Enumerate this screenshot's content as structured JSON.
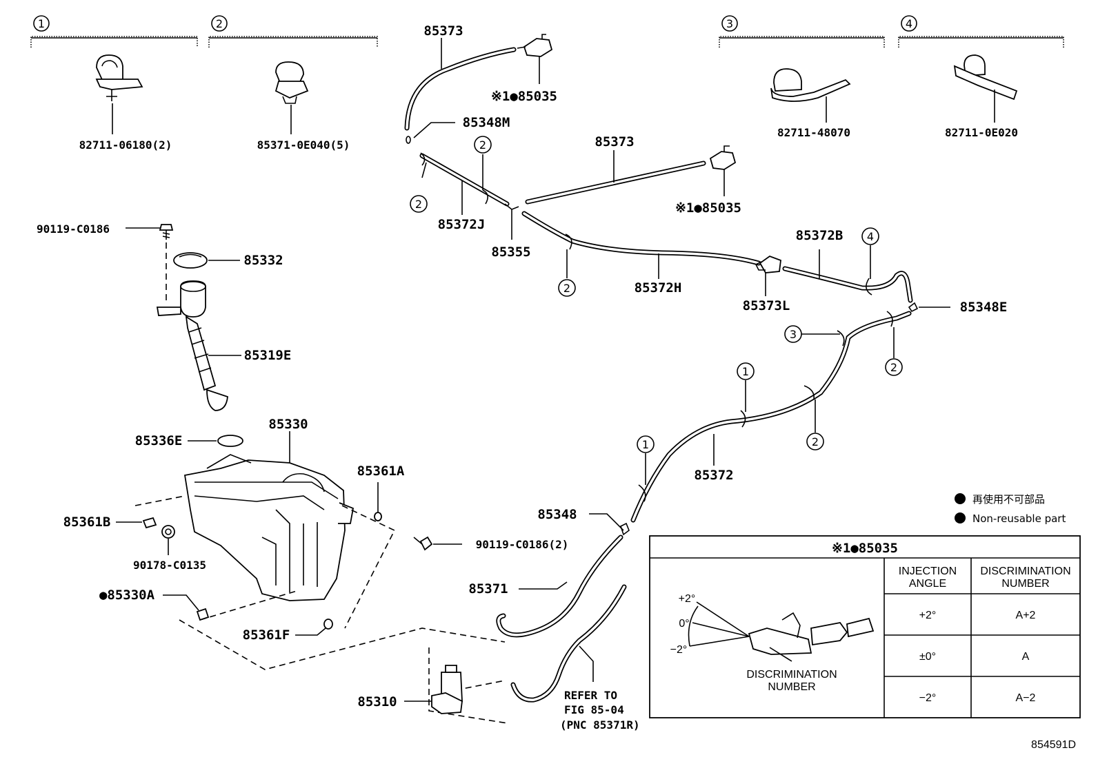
{
  "diagram_id": "854591D",
  "clip_groups": [
    {
      "id": "1",
      "part": "82711-06180(2)"
    },
    {
      "id": "2",
      "part": "85371-0E040(5)"
    },
    {
      "id": "3",
      "part": "82711-48070"
    },
    {
      "id": "4",
      "part": "82711-0E020"
    }
  ],
  "callouts": {
    "c1a": "1",
    "c1b": "1",
    "c2a": "2",
    "c2b": "2",
    "c2c": "2",
    "c2d": "2",
    "c2e": "2",
    "c3": "3",
    "c4": "4"
  },
  "parts": {
    "p85373_top": "85373",
    "p85035_top": "※1●85035",
    "p85348M": "85348M",
    "p85373_mid": "85373",
    "p85035_mid": "※1●85035",
    "p85372J": "85372J",
    "p85355": "85355",
    "p85372H": "85372H",
    "p85372B": "85372B",
    "p85373L": "85373L",
    "p85348E": "85348E",
    "p90119": "90119-C0186",
    "p85332": "85332",
    "p85319E": "85319E",
    "p85336E": "85336E",
    "p85330": "85330",
    "p85361A": "85361A",
    "p85361B": "85361B",
    "p90178": "90178-C0135",
    "p90119b": "90119-C0186(2)",
    "p85330A": "●85330A",
    "p85361F": "85361F",
    "p85372": "85372",
    "p85348": "85348",
    "p85371": "85371",
    "p85310": "85310",
    "refer1": "REFER TO",
    "refer2": "FIG 85-04",
    "refer3": "(PNC 85371R)"
  },
  "legend": {
    "jp": "再使用不可部品",
    "en": "Non-reusable part"
  },
  "detail_table": {
    "title": "※1●85035",
    "headers": [
      [
        "INJECTION",
        "ANGLE"
      ],
      [
        "DISCRIMINATION",
        "NUMBER"
      ]
    ],
    "rows": [
      {
        "angle": "+2°",
        "number": "A+2"
      },
      {
        "angle": "±0°",
        "number": "A"
      },
      {
        "angle": "−2°",
        "number": "A−2"
      }
    ],
    "angle_marks": [
      "+2°",
      "0°",
      "−2°"
    ],
    "discrimination_label": [
      "DISCRIMINATION",
      "NUMBER"
    ]
  }
}
